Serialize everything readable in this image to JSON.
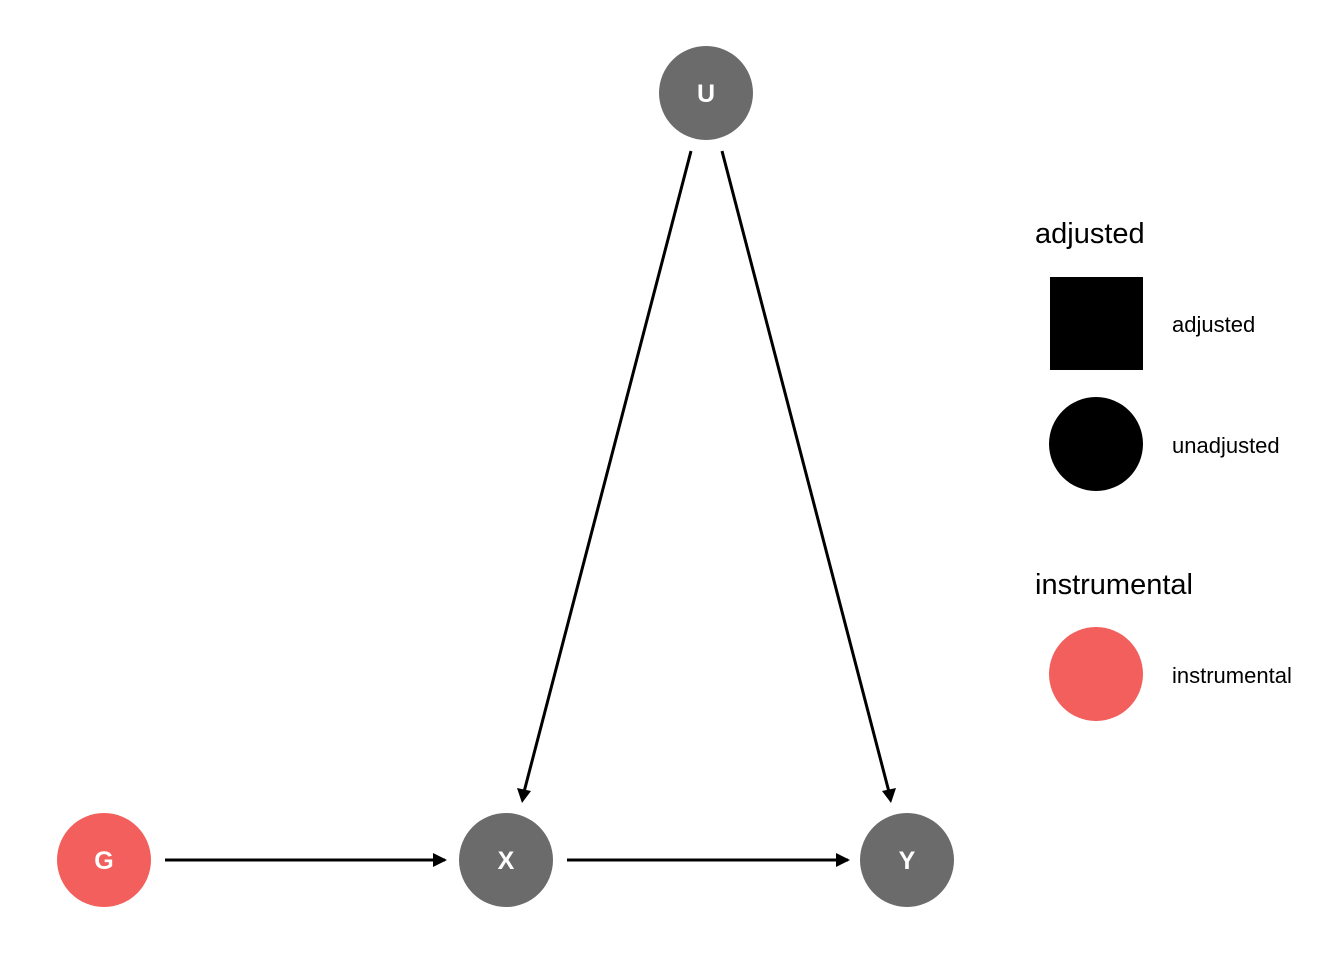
{
  "colors": {
    "node_default": "#6b6b6b",
    "node_instrumental": "#f25f5c",
    "edge": "#000000",
    "legend_key": "#000000",
    "label": "#ffffff"
  },
  "nodes": [
    {
      "id": "G",
      "label": "G",
      "instrumental": true
    },
    {
      "id": "X",
      "label": "X",
      "instrumental": false
    },
    {
      "id": "Y",
      "label": "Y",
      "instrumental": false
    },
    {
      "id": "U",
      "label": "U",
      "instrumental": false
    }
  ],
  "edges": [
    {
      "from": "G",
      "to": "X"
    },
    {
      "from": "X",
      "to": "Y"
    },
    {
      "from": "U",
      "to": "X"
    },
    {
      "from": "U",
      "to": "Y"
    }
  ],
  "legend": {
    "adjusted": {
      "title": "adjusted",
      "items": [
        {
          "shape": "square",
          "label": "adjusted"
        },
        {
          "shape": "circle",
          "label": "unadjusted"
        }
      ]
    },
    "instrumental": {
      "title": "instrumental",
      "items": [
        {
          "shape": "circle",
          "label": "instrumental"
        }
      ]
    }
  }
}
